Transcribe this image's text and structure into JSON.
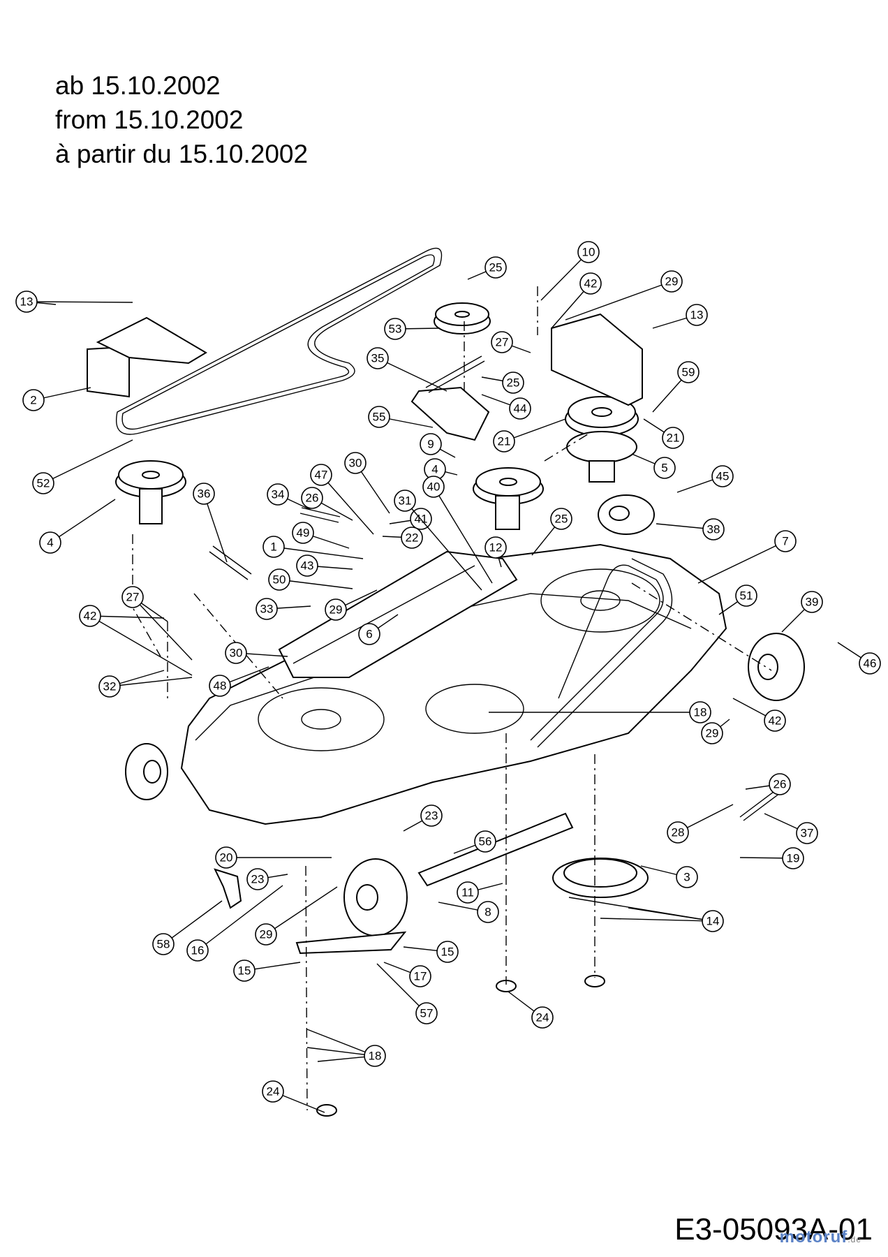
{
  "header": {
    "lines": [
      "ab 15.10.2002",
      "from 15.10.2002",
      "à partir du 15.10.2002"
    ]
  },
  "footer": {
    "drawing_code": "E3-05093A-01",
    "watermark": "motoruf",
    "watermark_suffix": ".de"
  },
  "callouts": [
    {
      "id": "c13a",
      "label": "13"
    },
    {
      "id": "c2",
      "label": "2"
    },
    {
      "id": "c52",
      "label": "52"
    },
    {
      "id": "c4a",
      "label": "4"
    },
    {
      "id": "c25a",
      "label": "25"
    },
    {
      "id": "c53",
      "label": "53"
    },
    {
      "id": "c35",
      "label": "35"
    },
    {
      "id": "c25b",
      "label": "25"
    },
    {
      "id": "c44",
      "label": "44"
    },
    {
      "id": "c55",
      "label": "55"
    },
    {
      "id": "c9",
      "label": "9"
    },
    {
      "id": "c4b",
      "label": "4"
    },
    {
      "id": "c10",
      "label": "10"
    },
    {
      "id": "c42a",
      "label": "42"
    },
    {
      "id": "c27a",
      "label": "27"
    },
    {
      "id": "c29a",
      "label": "29"
    },
    {
      "id": "c13b",
      "label": "13"
    },
    {
      "id": "c59",
      "label": "59"
    },
    {
      "id": "c21a",
      "label": "21"
    },
    {
      "id": "c21b",
      "label": "21"
    },
    {
      "id": "c5",
      "label": "5"
    },
    {
      "id": "c45",
      "label": "45"
    },
    {
      "id": "c38",
      "label": "38"
    },
    {
      "id": "c7",
      "label": "7"
    },
    {
      "id": "c51",
      "label": "51"
    },
    {
      "id": "c39",
      "label": "39"
    },
    {
      "id": "c46",
      "label": "46"
    },
    {
      "id": "c42b",
      "label": "42"
    },
    {
      "id": "c29b",
      "label": "29"
    },
    {
      "id": "c18a",
      "label": "18"
    },
    {
      "id": "c36",
      "label": "36"
    },
    {
      "id": "c34",
      "label": "34"
    },
    {
      "id": "c26a",
      "label": "26"
    },
    {
      "id": "c47",
      "label": "47"
    },
    {
      "id": "c30a",
      "label": "30"
    },
    {
      "id": "c41",
      "label": "41"
    },
    {
      "id": "c22",
      "label": "22"
    },
    {
      "id": "c31",
      "label": "31"
    },
    {
      "id": "c40",
      "label": "40"
    },
    {
      "id": "c25c",
      "label": "25"
    },
    {
      "id": "c12",
      "label": "12"
    },
    {
      "id": "c49",
      "label": "49"
    },
    {
      "id": "c1",
      "label": "1"
    },
    {
      "id": "c43",
      "label": "43"
    },
    {
      "id": "c50",
      "label": "50"
    },
    {
      "id": "c29c",
      "label": "29"
    },
    {
      "id": "c27b",
      "label": "27"
    },
    {
      "id": "c42c",
      "label": "42"
    },
    {
      "id": "c32",
      "label": "32"
    },
    {
      "id": "c33",
      "label": "33"
    },
    {
      "id": "c30b",
      "label": "30"
    },
    {
      "id": "c6",
      "label": "6"
    },
    {
      "id": "c48",
      "label": "48"
    },
    {
      "id": "c26b",
      "label": "26"
    },
    {
      "id": "c28",
      "label": "28"
    },
    {
      "id": "c37",
      "label": "37"
    },
    {
      "id": "c19",
      "label": "19"
    },
    {
      "id": "c23a",
      "label": "23"
    },
    {
      "id": "c56",
      "label": "56"
    },
    {
      "id": "c3",
      "label": "3"
    },
    {
      "id": "c20",
      "label": "20"
    },
    {
      "id": "c23b",
      "label": "23"
    },
    {
      "id": "c11",
      "label": "11"
    },
    {
      "id": "c8",
      "label": "8"
    },
    {
      "id": "c14",
      "label": "14"
    },
    {
      "id": "c58",
      "label": "58"
    },
    {
      "id": "c16",
      "label": "16"
    },
    {
      "id": "c29d",
      "label": "29"
    },
    {
      "id": "c15a",
      "label": "15"
    },
    {
      "id": "c15b",
      "label": "15"
    },
    {
      "id": "c17",
      "label": "17"
    },
    {
      "id": "c57",
      "label": "57"
    },
    {
      "id": "c24a",
      "label": "24"
    },
    {
      "id": "c18b",
      "label": "18"
    },
    {
      "id": "c24b",
      "label": "24"
    }
  ]
}
